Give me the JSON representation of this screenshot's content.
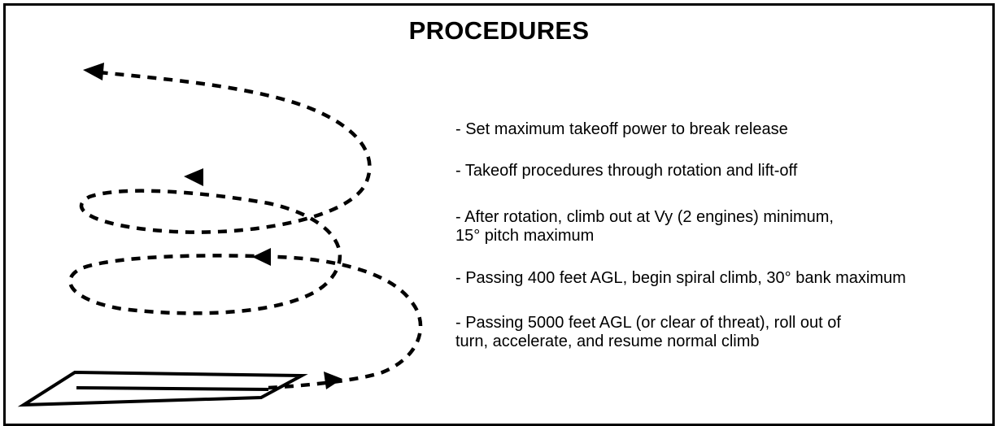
{
  "title": "PROCEDURES",
  "steps": [
    "- Set maximum takeoff power to break release",
    "- Takeoff procedures through rotation and lift-off",
    "- After rotation, climb out at Vy (2 engines) minimum,\n15° pitch maximum",
    "- Passing 400 feet AGL, begin spiral climb, 30° bank maximum",
    "- Passing 5000 feet AGL (or clear of threat), roll out of\nturn, accelerate, and resume normal climb"
  ]
}
